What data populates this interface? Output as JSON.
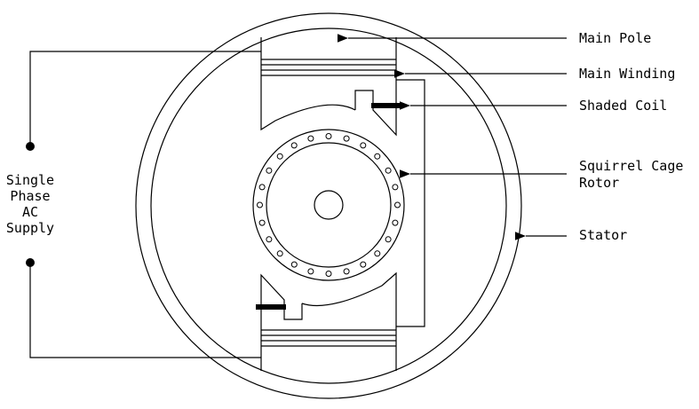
{
  "labels": {
    "main_pole": "Main Pole",
    "main_winding": "Main Winding",
    "shaded_coil": "Shaded Coil",
    "rotor_line1": "Squirrel Cage",
    "rotor_line2": "Rotor",
    "stator": "Stator",
    "supply_line1": "Single",
    "supply_line2": "Phase",
    "supply_line3": "AC",
    "supply_line4": "Supply"
  },
  "colors": {
    "line": "#000000",
    "background": "#ffffff"
  }
}
